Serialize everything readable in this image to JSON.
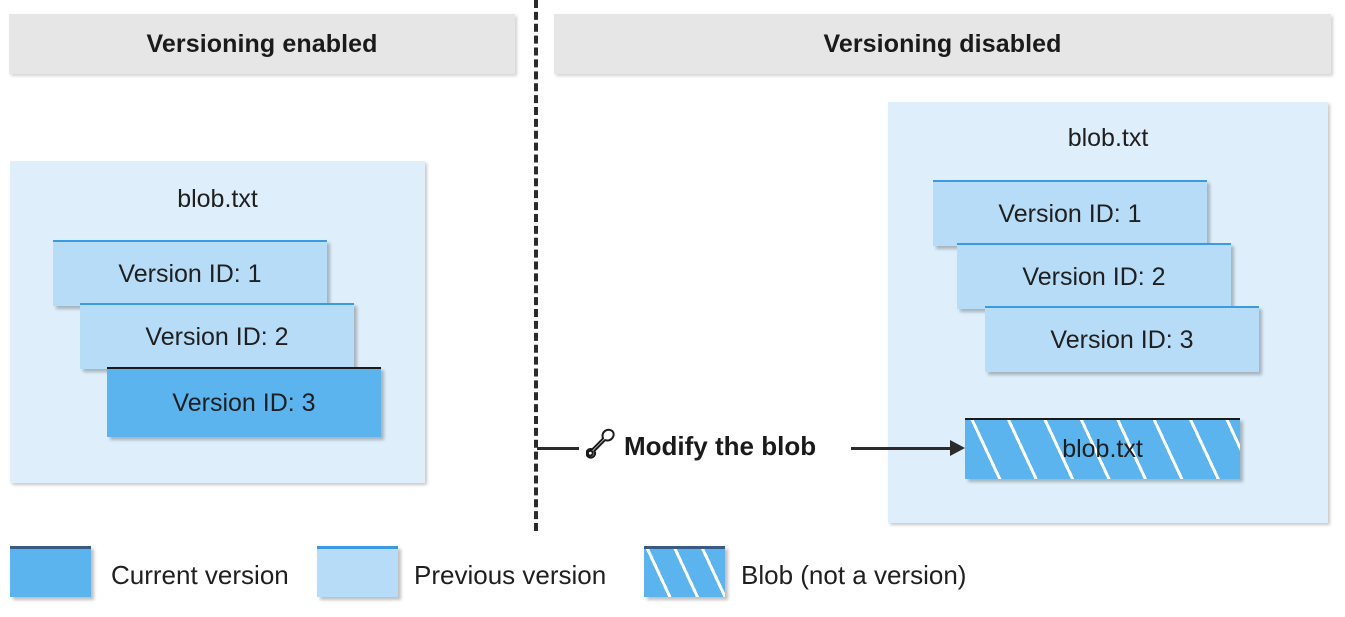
{
  "panels": {
    "left": {
      "header": "Versioning enabled",
      "container_title": "blob.txt",
      "boxes": [
        {
          "label": "Version ID: 1",
          "kind": "previous"
        },
        {
          "label": "Version ID: 2",
          "kind": "previous"
        },
        {
          "label": "Version ID: 3",
          "kind": "current"
        }
      ]
    },
    "right": {
      "header": "Versioning disabled",
      "container_title": "blob.txt",
      "boxes": [
        {
          "label": "Version ID: 1",
          "kind": "previous"
        },
        {
          "label": "Version ID: 2",
          "kind": "previous"
        },
        {
          "label": "Version ID: 3",
          "kind": "previous"
        }
      ],
      "blob": {
        "label": "blob.txt",
        "kind": "blob-not-a-version"
      }
    }
  },
  "action": {
    "icon": "wrench-icon",
    "label": "Modify the blob"
  },
  "legend": {
    "items": [
      {
        "label": "Current version",
        "kind": "current"
      },
      {
        "label": "Previous version",
        "kind": "previous"
      },
      {
        "label": "Blob (not a version)",
        "kind": "hatched"
      }
    ]
  },
  "colors": {
    "header_bg": "#e6e6e6",
    "container_bg": "#deeffb",
    "previous_version": "#b7dcf7",
    "previous_version_border": "#3b9ae1",
    "current_version": "#5bb4ee",
    "current_version_border": "#1a1a1a",
    "hatch_stripe": "#ffffff",
    "divider": "#2b2b2b",
    "text": "#1f1f1f"
  }
}
